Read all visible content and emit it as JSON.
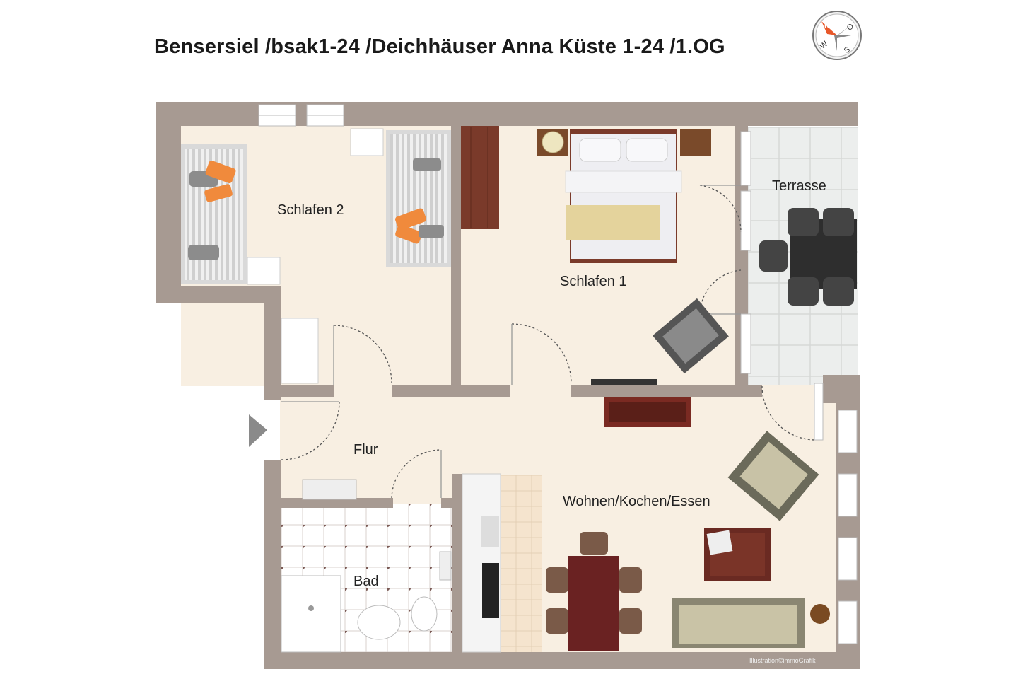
{
  "title": "Bensersiel /bsak1-24 /Deichhäuser Anna Küste 1-24 /1.OG",
  "compass": {
    "letters": [
      "N",
      "O",
      "S",
      "W"
    ],
    "icon": "compass-icon"
  },
  "rooms": [
    {
      "id": "schlafen-2",
      "label": "Schlafen 2"
    },
    {
      "id": "schlafen-1",
      "label": "Schlafen 1"
    },
    {
      "id": "terrasse",
      "label": "Terrasse"
    },
    {
      "id": "flur",
      "label": "Flur"
    },
    {
      "id": "wohnen",
      "label": "Wohnen/Kochen/Essen"
    },
    {
      "id": "bad",
      "label": "Bad"
    }
  ],
  "entrance_icon": "entrance-arrow-icon",
  "credit": "Illustration©immoGrafik",
  "colors": {
    "wall": "#a79a92",
    "floor": "#f8efe2",
    "terrace_tile": "#e9ebea",
    "bath_tile": "#ffffff",
    "bath_grout": "#7a5a55",
    "wood": "#7a3a2a",
    "pillow": "#f08a3c"
  }
}
